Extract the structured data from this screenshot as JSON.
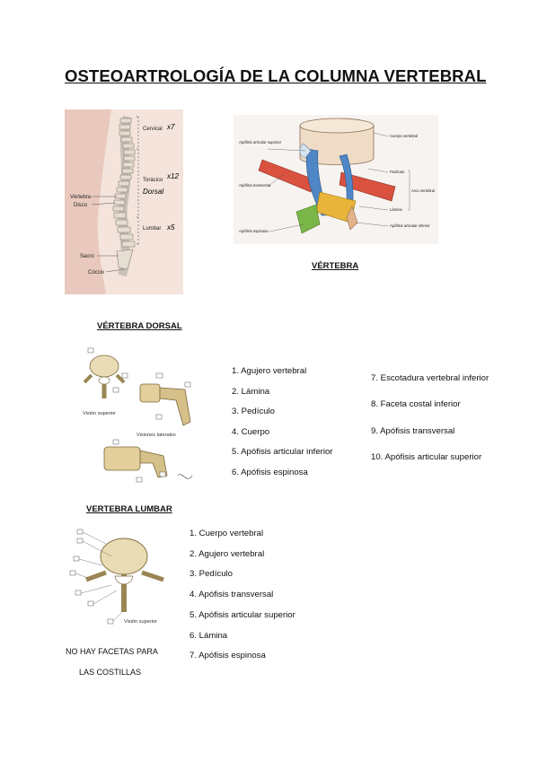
{
  "title": "OSTEOARTROLOGÍA DE LA COLUMNA VERTEBRAL",
  "spine_figure": {
    "labels": {
      "cervical": "Cervical",
      "toracico": "Torácico",
      "lumbar": "Lumbar",
      "vertebra": "Vértebra",
      "disco": "Disco",
      "sacro": "Sacro",
      "coccix": "Cóccix"
    },
    "handwritten": {
      "cervical_count": "x7",
      "toracico_count": "x12",
      "dorsal": "Dorsal",
      "lumbar_count": "x5"
    }
  },
  "vertebra_figure": {
    "caption": "VÉRTEBRA",
    "labels": {
      "apofisis_articular_superior": "Apófisis articular superior",
      "apofisis_transversa": "Apófisis transversa",
      "apofisis_espinosa": "Apófisis espinosa",
      "cuerpo_vertebral": "Cuerpo vertebral",
      "pediculo": "Pedículo",
      "arco_vertebral": "Arco vertebral",
      "lamina": "Lámina",
      "apofisis_articular_inferior": "Apófisis articular inferior"
    }
  },
  "dorsal": {
    "heading": "VÉRTEBRA DORSAL",
    "figure_labels": {
      "vision_superior": "Visión superior",
      "visiones_laterales": "Visiones laterales"
    },
    "items_left": [
      "1. Agujero vertebral",
      "2. Lámina",
      "3. Pedículo",
      "4. Cuerpo",
      "5. Apófisis articular inferior",
      "6. Apófisis espinosa"
    ],
    "items_right": [
      "7. Escotadura vertebral inferior",
      "8. Faceta costal inferior",
      "9.  Apófisis transversal",
      "10. Apófisis articular superior"
    ]
  },
  "lumbar": {
    "heading": "VERTEBRA LUMBAR",
    "figure_labels": {
      "vision_superior": "Visión superior"
    },
    "items": [
      "1. Cuerpo vertebral",
      "2. Agujero vertebral",
      "3. Pedículo",
      "4. Apófisis transversal",
      "5. Apófisis articular superior",
      "6. Lámina",
      "7. Apófisis espinosa"
    ],
    "note_line1": "NO HAY FACETAS PARA",
    "note_line2": "LAS COSTILLAS"
  }
}
